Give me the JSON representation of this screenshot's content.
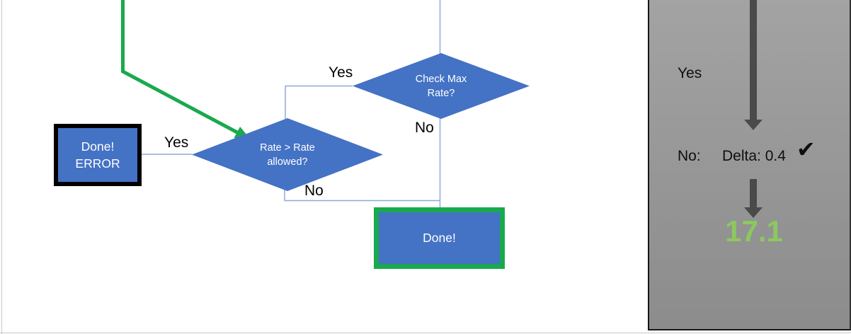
{
  "slide": {
    "flowchart": {
      "nodes": {
        "check_max_rate": {
          "label": "Check Max\nRate?"
        },
        "rate_allowed": {
          "label": "Rate > Rate\nallowed?"
        },
        "done_error": {
          "label": "Done!\nERROR"
        },
        "done": {
          "label": "Done!"
        }
      },
      "edge_labels": {
        "check_max_yes": "Yes",
        "check_max_no": "No",
        "rate_allowed_yes": "Yes",
        "rate_allowed_no": "No"
      },
      "colors": {
        "node_fill": "#4472c4",
        "node_text": "#ffffff",
        "connector_blue": "#8fa9d8",
        "highlight_green": "#1aa94e",
        "error_border": "#000000"
      }
    },
    "side_panel": {
      "yes_label": "Yes",
      "no_label": "No:",
      "delta_label": "Delta: 0.4",
      "checkmark_icon": "✔",
      "result_value": "17.1",
      "colors": {
        "background": "#989898",
        "arrow": "#4a4a4a",
        "result_green": "#8bc95e",
        "text": "#0f0f0f"
      }
    }
  }
}
